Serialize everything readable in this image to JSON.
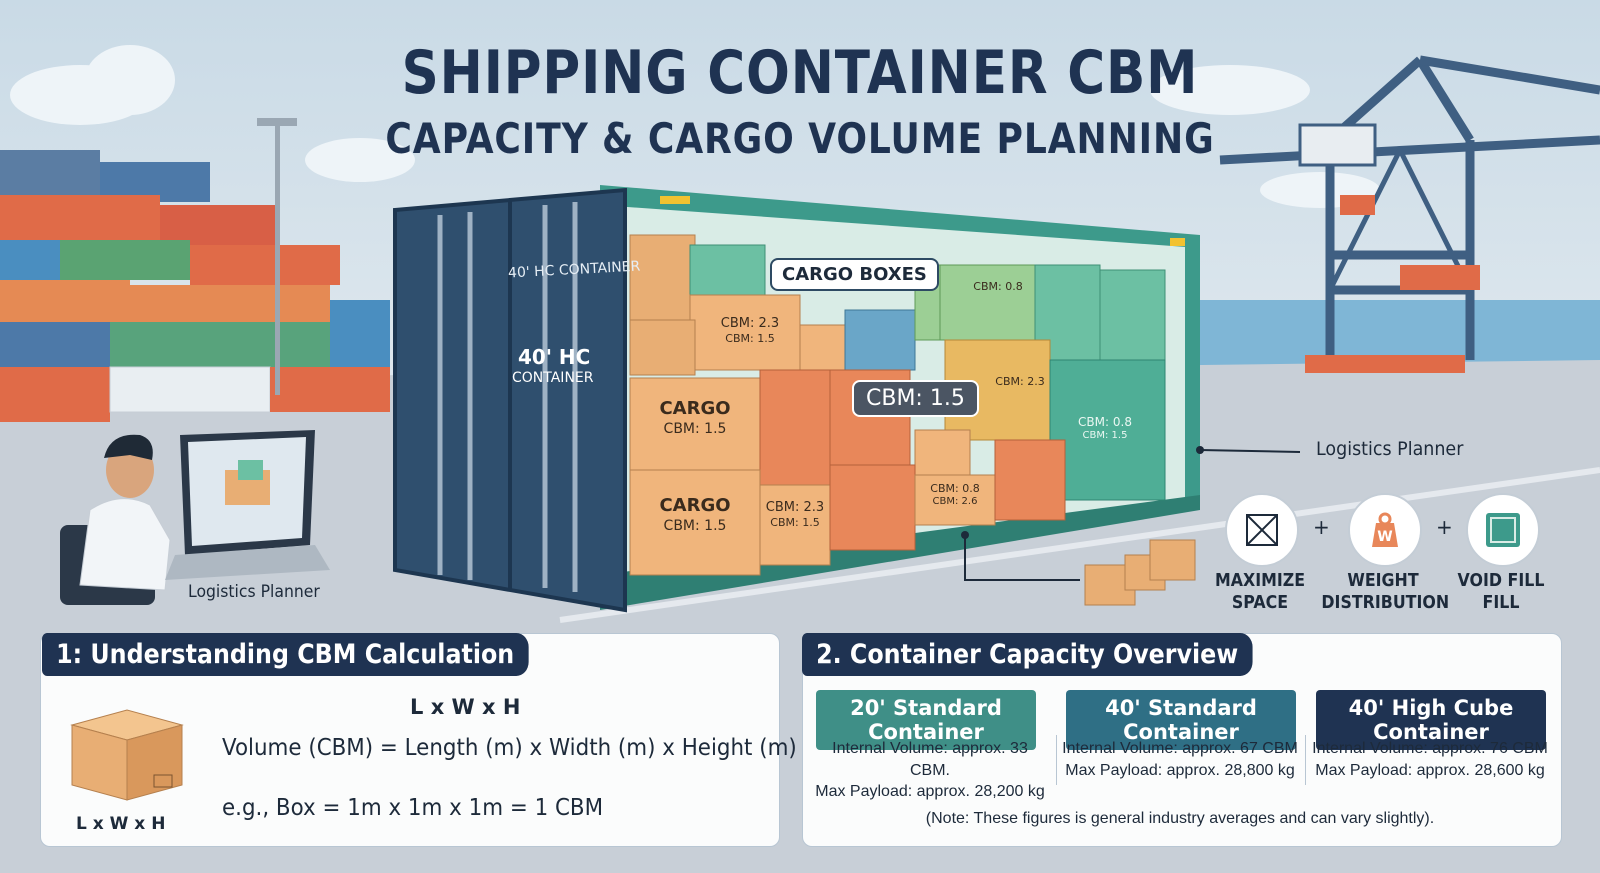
{
  "header": {
    "title": "SHIPPING CONTAINER CBM",
    "subtitle": "CAPACITY & CARGO VOLUME PLANNING"
  },
  "scene": {
    "door_small": "40' HC CONTAINER",
    "door_big_1": "40' HC",
    "door_big_2": "CONTAINER",
    "cargo_boxes_tag": "CARGO BOXES",
    "cbm_callout": "CBM: 1.5",
    "planner_left": "Logistics Planner",
    "planner_right": "Logistics Planner",
    "boxes": [
      {
        "line1": "CBM: 2.3",
        "line2": "CBM: 1.5"
      },
      {
        "line1": "CARGO",
        "line2": "CBM: 1.5"
      },
      {
        "line1": "CARGO",
        "line2": "CBM: 1.5"
      },
      {
        "line1": "CBM: 2.3",
        "line2": "CBM: 1.5"
      },
      {
        "line1": "CBM: 0.8",
        "line2": ""
      },
      {
        "line1": "CBM: 2.3",
        "line2": ""
      },
      {
        "line1": "CBM: 0.8",
        "line2": "CBM: 1.5"
      },
      {
        "line1": "CBM: 0.8",
        "line2": "CBM: 2.6"
      }
    ],
    "icons": [
      {
        "name": "maximize-space-icon",
        "label1": "MAXIMIZE",
        "label2": "SPACE"
      },
      {
        "name": "weight-icon",
        "label1": "WEIGHT",
        "label2": "DISTRIBUTION"
      },
      {
        "name": "void-fill-icon",
        "label1": "VOID FILL",
        "label2": "FILL"
      }
    ],
    "plus": "+",
    "weight_letter": "W"
  },
  "section1": {
    "heading": "1: Understanding CBM Calculation",
    "formula_title": "L x W x H",
    "formula": "Volume (CBM) = Length (m) x Width (m) x Height (m)",
    "example": "e.g., Box = 1m x 1m x 1m = 1 CBM",
    "box_caption": "L x W x H"
  },
  "section2": {
    "heading": "2. Container Capacity Overview",
    "containers": [
      {
        "name": "20' Standard Container",
        "volume": "Internal Volume: approx. 33 CBM.",
        "payload": "Max Payload: approx. 28,200 kg",
        "color": "#3f8f87"
      },
      {
        "name": "40' Standard Container",
        "volume": "Internal Volume: approx. 67 CBM",
        "payload": "Max Payload: approx. 28,800 kg",
        "color": "#2f6f85"
      },
      {
        "name": "40' High Cube Container",
        "volume": "Internal Volume: approx. 76 CBM",
        "payload": "Max Payload: approx. 28,600 kg",
        "color": "#1f3352"
      }
    ],
    "note": "(Note: These figures is general industry averages and can vary slightly)."
  },
  "colors": {
    "navy": "#1f3352",
    "container_green": "#3d9a8b",
    "container_blue": "#2f4f6e",
    "cardboard": "#e6a96d",
    "orange": "#e8875a"
  }
}
